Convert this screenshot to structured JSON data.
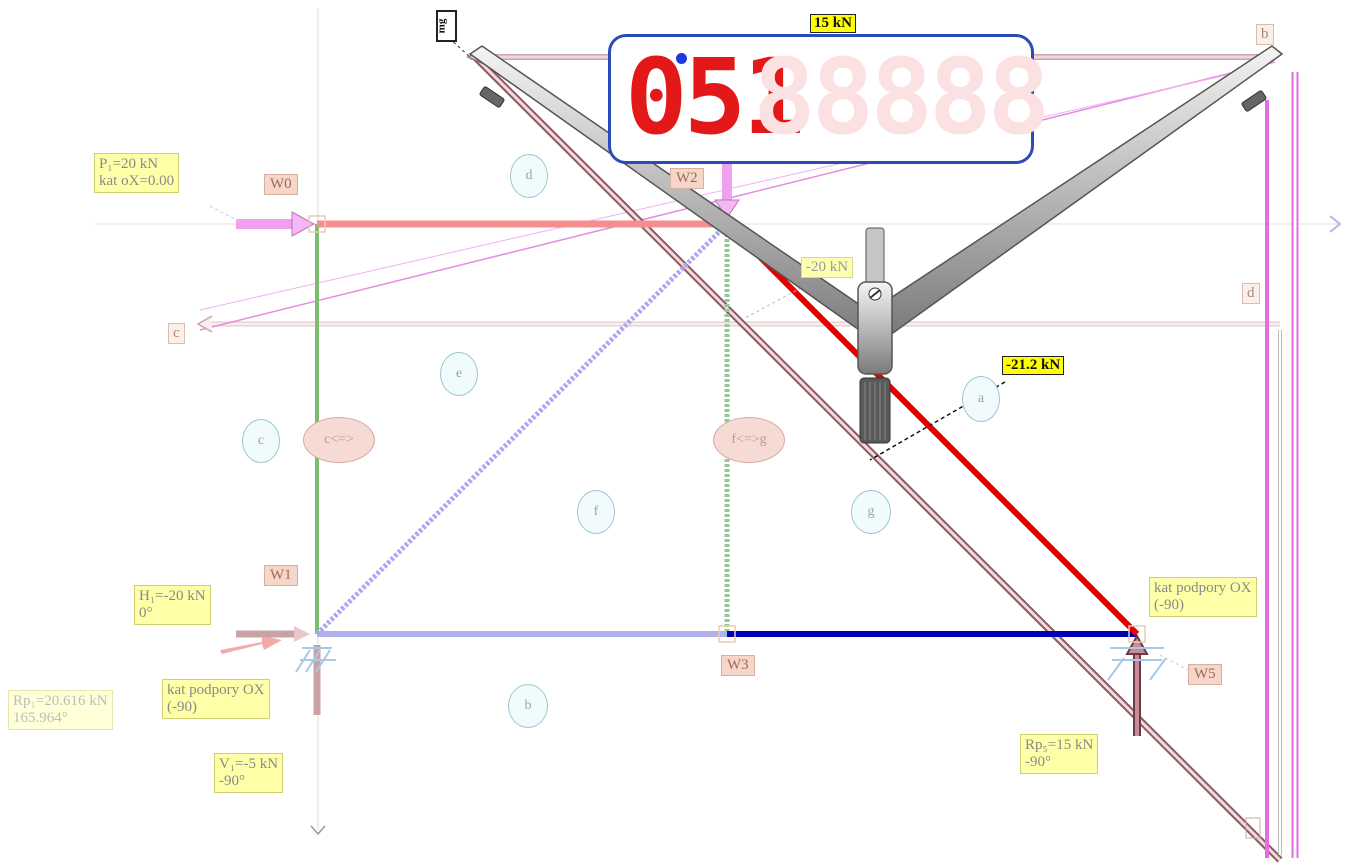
{
  "toolbar": {
    "mg_label": "mg"
  },
  "display": {
    "lit_digits": "051",
    "unlit_digits": "88888"
  },
  "forces": {
    "top": "15 kN",
    "bar_w2_w3": "-20 kN",
    "bar_w2_w5": "-21.2 kN"
  },
  "load_label": {
    "line1": "P₁=20 kN",
    "line2": "kat oX=0.00"
  },
  "support_w1": {
    "h_line1": "H₁=-20 kN",
    "h_line2": "0°",
    "angle_line1": "kat podpory OX",
    "angle_line2": "(-90)",
    "v_line1": "V₁=-5 kN",
    "v_line2": "-90°",
    "r_line1": "Rp₁=20.616 kN",
    "r_line2": "165.964°"
  },
  "support_w5": {
    "angle_line1": "kat podpory OX",
    "angle_line2": "(-90)",
    "r_line1": "Rp₅=15 kN",
    "r_line2": "-90°"
  },
  "nodes": {
    "w0": "W0",
    "w1": "W1",
    "w2": "W2",
    "w3": "W3",
    "w5": "W5"
  },
  "cremona_tags": {
    "b": "b",
    "c": "c",
    "d": "d"
  },
  "fields": {
    "b": "b",
    "c": "c",
    "d": "d",
    "e": "e",
    "f": "f",
    "g": "g",
    "a": "a"
  },
  "switches": {
    "c": "c<=>",
    "fg": "f<=>g"
  },
  "colors": {
    "tension": "#e00000",
    "compression": "#0000b0",
    "load": "#f0a0f0",
    "reaction": "#b07080",
    "guide": "#cccccc"
  }
}
